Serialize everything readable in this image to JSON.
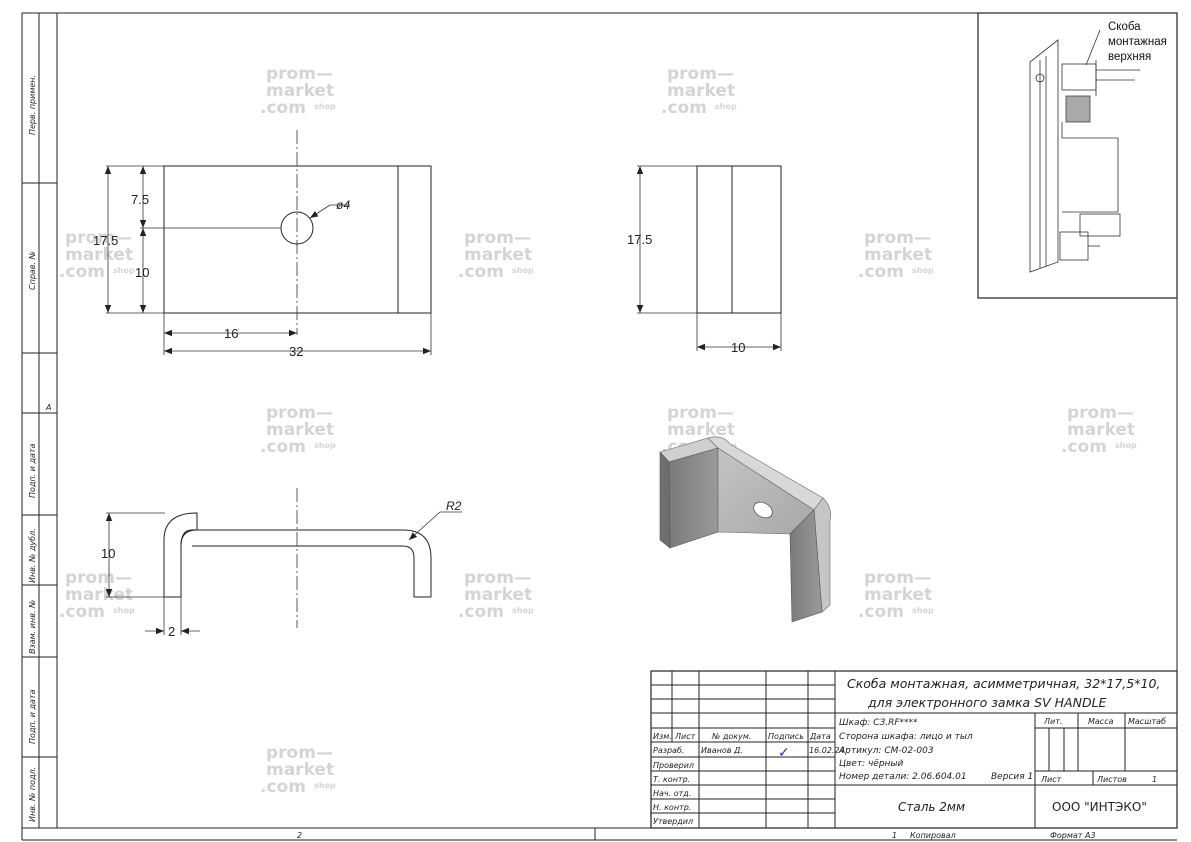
{
  "side_labels": {
    "perv_primen": "Перв. примен.",
    "sprav_no": "Справ. №",
    "zone_a": "А",
    "podp_data_1": "Подп. и дата",
    "inv_dubl": "Инв. № дубл.",
    "vzam_inv": "Взам. инв. №",
    "podp_data_2": "Подп. и дата",
    "inv_podl": "Инв. № подл."
  },
  "watermark": {
    "line1": "prom—",
    "line2": "market",
    "line3": ".com",
    "suffix": "shop"
  },
  "front_view": {
    "dim_7_5": "7.5",
    "dim_17_5": "17.5",
    "dim_10": "10",
    "dim_hole": "ø4",
    "dim_16": "16",
    "dim_32": "32"
  },
  "side_view": {
    "dim_17_5": "17.5",
    "dim_10": "10"
  },
  "top_view": {
    "dim_10": "10",
    "dim_2": "2",
    "dim_r2": "R2"
  },
  "inset": {
    "note_line1": "Скоба",
    "note_line2": "монтажная",
    "note_line3": "верхняя"
  },
  "title_block": {
    "title_line1": "Скоба монтажная, асимметричная, 32*17,5*10,",
    "title_line2": "для электронного замка SV HANDLE",
    "col_izm": "Изм.",
    "col_list": "Лист",
    "col_docum": "№ докум.",
    "col_podpis": "Подпись",
    "col_data": "Дата",
    "row_razrab": "Разраб.",
    "row_proveril": "Проверил",
    "row_tkontr": "Т. контр.",
    "row_nachotd": "Нач. отд.",
    "row_nkontr": "Н. контр.",
    "row_utverdil": "Утвердил",
    "author": "Иванов Д.",
    "signature": "✓",
    "date": "16.02.24",
    "info_shkaf": "Шкаф: CЗ.RF****",
    "info_storona": "Сторона шкафа: лицо и тыл",
    "info_artikul": "Артикул: СМ-02-003",
    "info_cvet": "Цвет: чёрный",
    "info_nomer": "Номер детали: 2.06.604.01",
    "info_versiya": "Версия 1",
    "lbl_lit": "Лит.",
    "lbl_massa": "Масса",
    "lbl_masshtab": "Масштаб",
    "lbl_list": "Лист",
    "lbl_listov": "Листов",
    "listov_value": "1",
    "material": "Сталь 2мм",
    "company": "ООО \"ИНТЭКО\""
  },
  "footer": {
    "sheet_num": "2",
    "kopiroval_num": "1",
    "kopiroval": "Копировал",
    "format": "Формат А3"
  }
}
